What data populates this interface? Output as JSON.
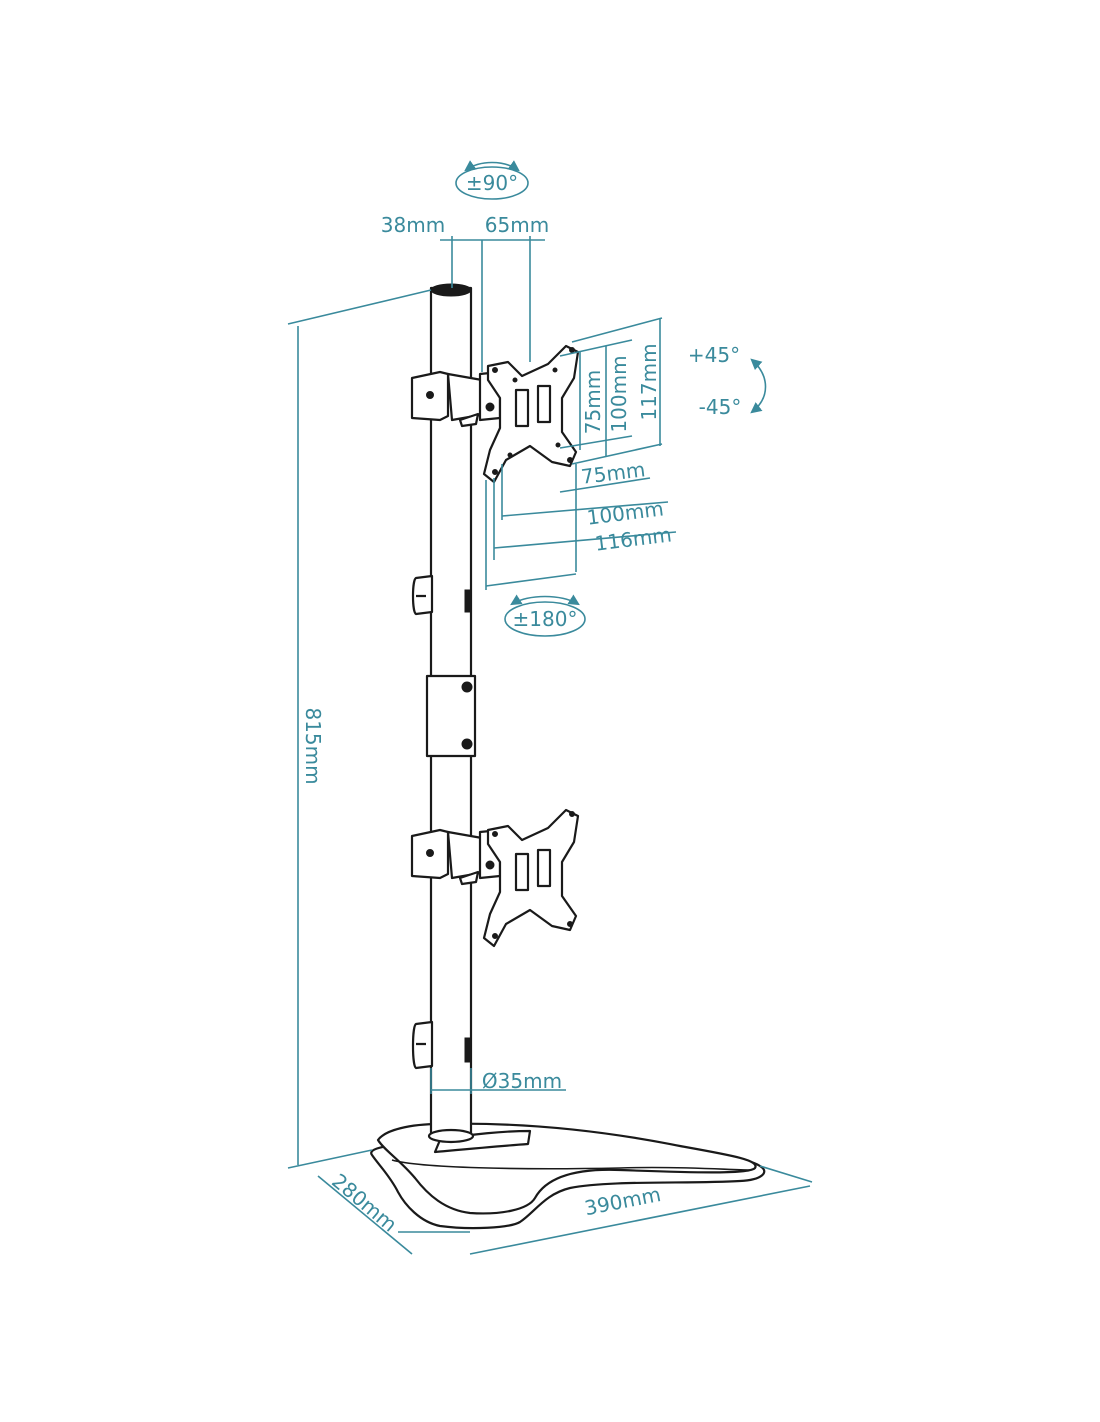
{
  "rotation": {
    "swivel": "±90°",
    "pivot": "±180°",
    "tilt_up": "+45°",
    "tilt_down": "-45°"
  },
  "offsets": {
    "arm_offset": "38mm",
    "plate_offset": "65mm"
  },
  "vesa": {
    "vertical": [
      "75mm",
      "100mm",
      "117mm"
    ],
    "horizontal": [
      "75mm",
      "100mm",
      "116mm"
    ]
  },
  "pole": {
    "height": "815mm",
    "diameter": "Ø35mm"
  },
  "base": {
    "depth": "280mm",
    "width": "390mm"
  },
  "colors": {
    "dimension": "#3a8a9c",
    "line_art": "#1a1a1a"
  }
}
